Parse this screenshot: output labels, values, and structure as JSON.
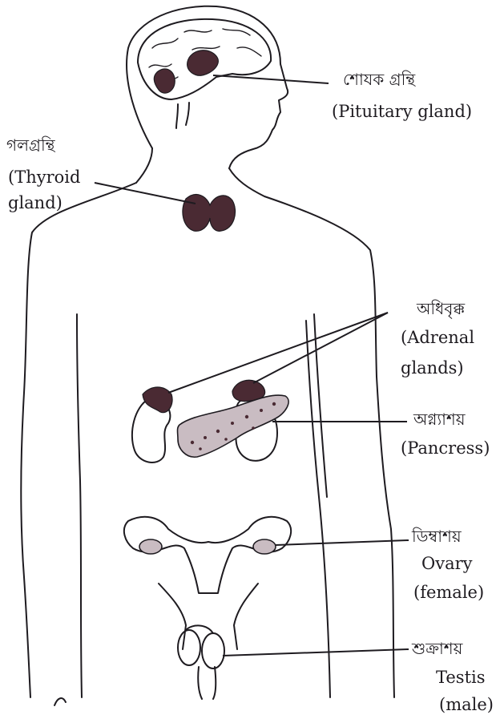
{
  "labels": {
    "pituitary": {
      "bn": "শোযক গ্রন্থি",
      "en": "(Pituitary gland)"
    },
    "thyroid": {
      "bn": "গলগ্রন্থি",
      "en_1": "(Thyroid",
      "en_2": "gland)"
    },
    "adrenal": {
      "bn": "অধিবৃক্ক",
      "en_1": "(Adrenal",
      "en_2": "glands)"
    },
    "pancreas": {
      "bn": "অগ্ন্যাশয়",
      "en": "(Pancress)"
    },
    "ovary": {
      "bn": "ডিম্বাশয়",
      "en_1": "Ovary",
      "en_2": "(female)"
    },
    "testis": {
      "bn": "শুক্রাশয়",
      "en_1": "Testis",
      "en_2": "(male)"
    }
  },
  "colors": {
    "ink": "#1e1b20",
    "gland": "#4a2a33",
    "paper": "#ffffff"
  }
}
